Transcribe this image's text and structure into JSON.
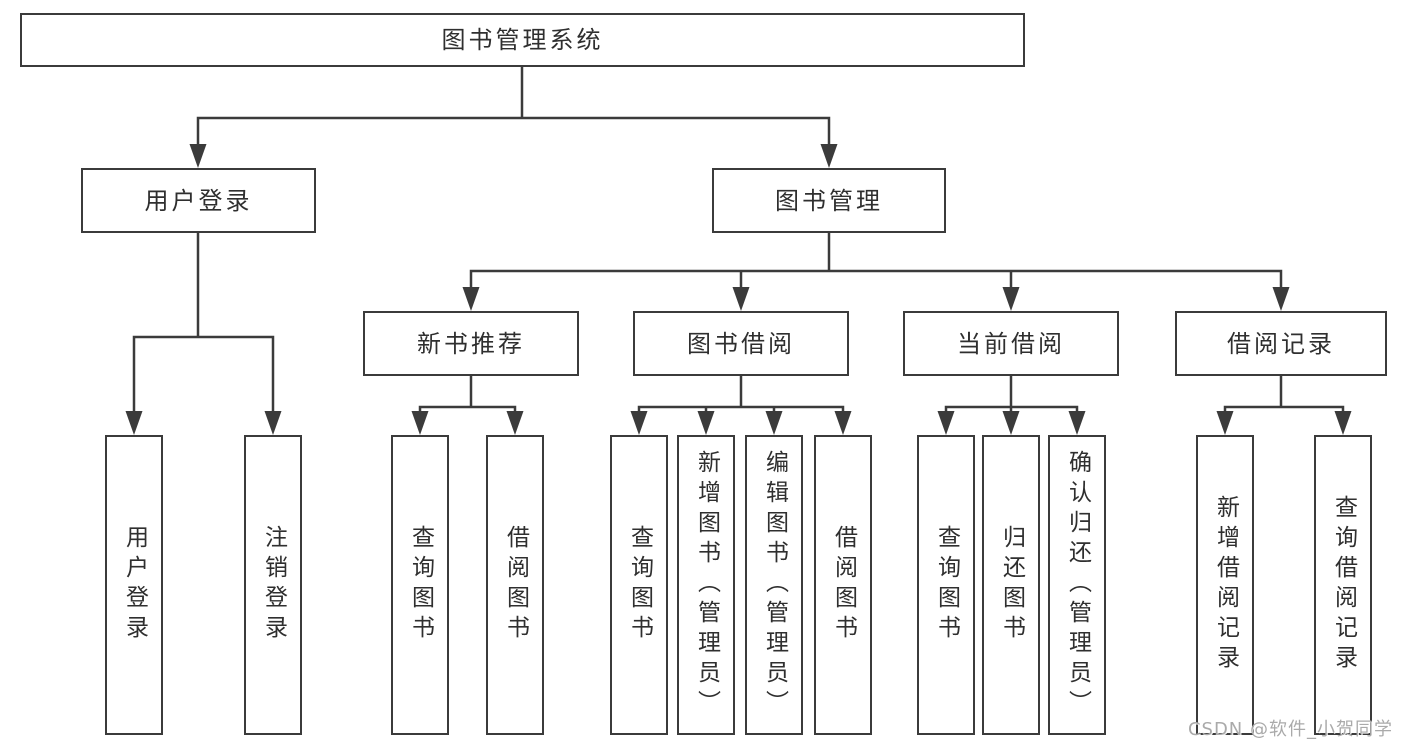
{
  "diagram": {
    "type": "hierarchy-tree",
    "title": "图书管理系统",
    "levels": "4"
  },
  "nodes": {
    "root": {
      "label": "图书管理系统"
    },
    "user_login": {
      "label": "用户登录"
    },
    "book_management": {
      "label": "图书管理"
    },
    "new_book_recommend": {
      "label": "新书推荐"
    },
    "book_borrowing": {
      "label": "图书借阅"
    },
    "current_borrowing": {
      "label": "当前借阅"
    },
    "borrowing_records": {
      "label": "借阅记录"
    },
    "leaf_user_login": {
      "label": "用户登录"
    },
    "leaf_logout_login": {
      "label": "注销登录"
    },
    "leaf_nbr_query_books": {
      "label": "查询图书"
    },
    "leaf_nbr_borrow_books": {
      "label": "借阅图书"
    },
    "leaf_bb_query_books": {
      "label": "查询图书"
    },
    "leaf_bb_add_books_admin": {
      "label": "新增图书（管理员）"
    },
    "leaf_bb_edit_books_admin": {
      "label": "编辑图书（管理员）"
    },
    "leaf_bb_borrow_books": {
      "label": "借阅图书"
    },
    "leaf_cb_query_books": {
      "label": "查询图书"
    },
    "leaf_cb_return_books": {
      "label": "归还图书"
    },
    "leaf_cb_confirm_return_admin": {
      "label": "确认归还（管理员）"
    },
    "leaf_br_add_record": {
      "label": "新增借阅记录"
    },
    "leaf_br_query_record": {
      "label": "查询借阅记录"
    }
  },
  "watermark": "CSDN @软件_小贺同学",
  "colors": {
    "line": "#3b3b3b",
    "text": "#2f2f2f",
    "watermark": "#aaaaaa",
    "background": "#ffffff"
  }
}
